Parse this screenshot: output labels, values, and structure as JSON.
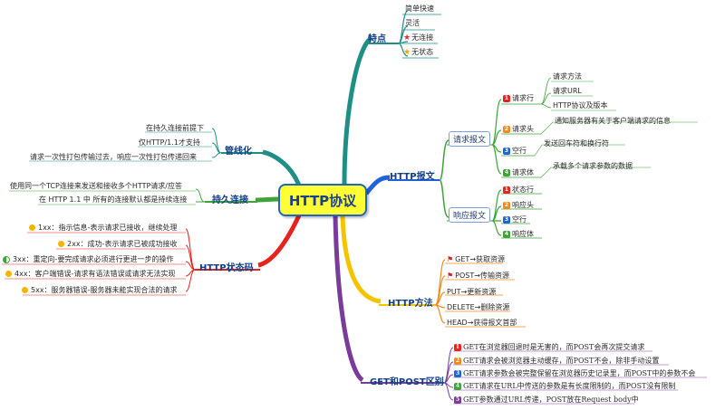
{
  "center": "HTTP协议",
  "colors": {
    "teal": "#1f8f85",
    "blue": "#1f63d6",
    "green": "#3da43a",
    "purple": "#7a3c9a",
    "orange": "#f08a1c",
    "red": "#e6231e",
    "yellow": "#ffff33"
  },
  "features": {
    "title": "特点",
    "items": [
      "简单快速",
      "灵活",
      "无连接",
      "无状态"
    ]
  },
  "message": {
    "title": "HTTP报文",
    "request": {
      "title": "请求报文",
      "parts": [
        {
          "badge": "1",
          "label": "请求行",
          "details": [
            "请求方法",
            "请求URL",
            "HTTP协议及版本"
          ]
        },
        {
          "badge": "2",
          "label": "请求头",
          "details": [
            "通知服务器有关于客户端请求的信息"
          ]
        },
        {
          "badge": "3",
          "label": "空行",
          "details": [
            "发送回车符和换行符"
          ]
        },
        {
          "badge": "4",
          "label": "请求体",
          "details": [
            "承载多个请求参数的数据"
          ]
        }
      ]
    },
    "response": {
      "title": "响应报文",
      "parts": [
        {
          "badge": "1",
          "label": "状态行"
        },
        {
          "badge": "2",
          "label": "响应头"
        },
        {
          "badge": "3",
          "label": "空行"
        },
        {
          "badge": "4",
          "label": "响应体"
        }
      ]
    }
  },
  "methods": {
    "title": "HTTP方法",
    "items": [
      "GET→获取资源",
      "POST→传输资源",
      "PUT→更新资源",
      "DELETE→删除资源",
      "HEAD→获得报文首部"
    ]
  },
  "getpost": {
    "title": "GET和POST区别",
    "items": [
      {
        "badge": "1",
        "text": "GET在浏览器回退时是无害的，而POST会再次提交请求"
      },
      {
        "badge": "2",
        "text": "GET请求会被浏览器主动缓存，而POST不会，除非手动设置"
      },
      {
        "badge": "3",
        "text": "GET请求参数会被完整保留在浏览器历史记录里，而POST中的参数不会"
      },
      {
        "badge": "4",
        "text": "GET请求在URL中传送的参数是有长度限制的，而POST没有限制"
      },
      {
        "badge": "5",
        "text": "GET参数通过URL传递，POST放在Request body中"
      }
    ]
  },
  "pipeline": {
    "title": "管线化",
    "items": [
      "在持久连接前提下",
      "仅HTTP/1.1才支持",
      "请求一次性打包传输过去，响应一次性打包传递回来"
    ]
  },
  "persistent": {
    "title": "持久连接",
    "items": [
      "使用同一个TCP连接来发送和接收多个HTTP请求/应答",
      "在 HTTP 1.1 中 所有的连接默认都是持续连接"
    ]
  },
  "status": {
    "title": "HTTP状态码",
    "items": [
      "1xx：指示信息-表示请求已接收，继续处理",
      "2xx：成功-表示请求已被成功接收",
      "3xx：重定向-要完成请求必须进行更进一步的操作",
      "4xx：客户端错误-请求有语法错误或请求无法实现",
      "5xx：服务器错误-服务器未能实现合法的请求"
    ]
  }
}
